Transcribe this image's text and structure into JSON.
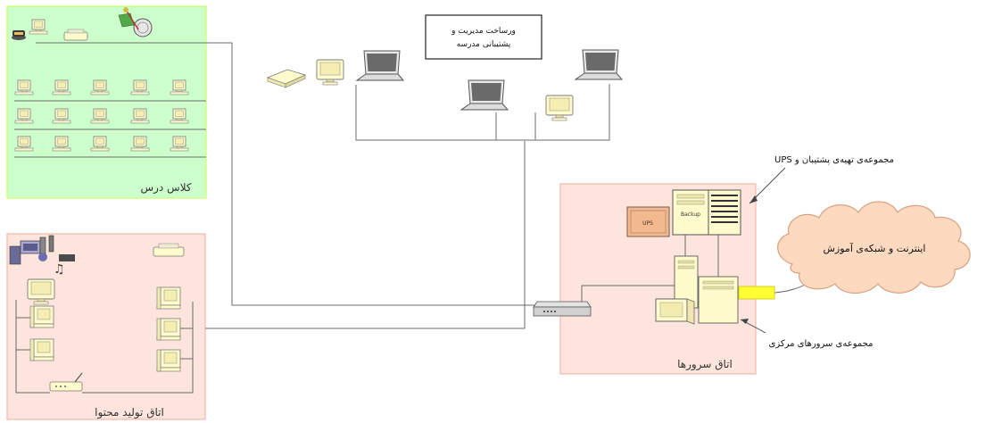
{
  "zones": {
    "classroom": {
      "label": "کلاس درس",
      "fill": "#ccffcc",
      "border": "#ccff66"
    },
    "content": {
      "label": "اتاق تولید محتوا",
      "fill": "#fde4dc",
      "border": "#f4b8a8"
    },
    "servers": {
      "label": "اتاق سرورها",
      "fill": "#fde4dc",
      "border": "#f4b8a8"
    }
  },
  "management": {
    "line1": "ورساخت مدیریت و",
    "line2": "پشتیبانی مدرسه"
  },
  "backup_callout": "مجموعه‌ی تهیه‌ی پشتیبان و UPS",
  "internet_label": "اینترنت و شبکه‌ی آموزش",
  "core_callout": "مجموعه‌ی سرورهای مرکزی",
  "device_text": {
    "ups": "UPS",
    "backup": "Backup"
  },
  "colors": {
    "cloud_fill": "#fdd9c0",
    "cloud_stroke": "#d9a27e",
    "wire": "#6b6b6b",
    "device_fill": "#fffbcc",
    "device_stroke": "#7a7a7a",
    "laptop": "#666666",
    "connector": "#ffff33",
    "ups_fill": "#f2b98f"
  }
}
